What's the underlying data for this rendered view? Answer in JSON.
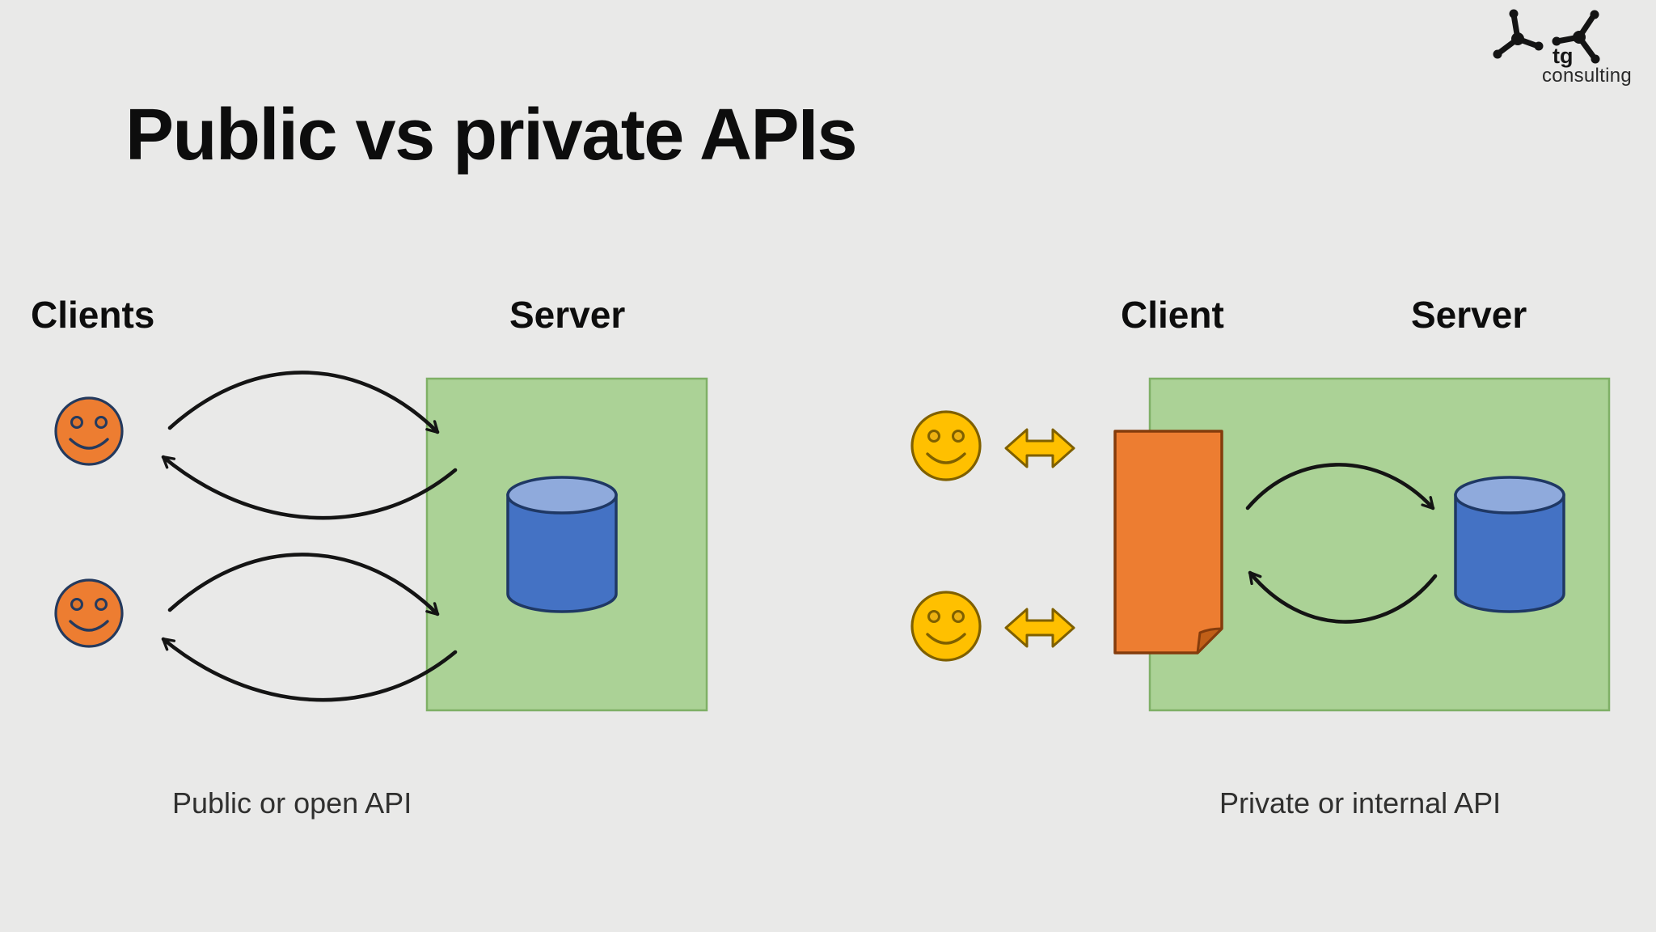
{
  "page": {
    "title": "Public vs private APIs",
    "background_color": "#e9e9e8"
  },
  "logo": {
    "name": "tg",
    "subtitle": "consulting"
  },
  "public_api_diagram": {
    "clients_label": "Clients",
    "server_label": "Server",
    "caption": "Public or open API",
    "client_count": 2,
    "flow": "clients call server database directly with request/response arrows"
  },
  "private_api_diagram": {
    "client_label": "Client",
    "server_label": "Server",
    "caption": "Private or internal API",
    "client_count": 2,
    "flow": "clients exchange with internal client app which calls server database inside boundary"
  },
  "colors": {
    "server_box_fill": "#abd296",
    "server_box_border": "#7fb066",
    "database_body": "#4472c4",
    "database_top": "#8faadc",
    "database_outline": "#1f3864",
    "client_face_public": "#ed7d31",
    "client_face_public_outline": "#243a5e",
    "client_face_private": "#ffc000",
    "client_face_private_outline": "#7f6000",
    "exchange_arrow_fill": "#ffc000",
    "exchange_arrow_outline": "#7f6000",
    "api_shape_fill": "#ed7d31",
    "api_shape_fold": "#c05f17",
    "api_shape_outline": "#843c0c",
    "flow_arrow": "#141414",
    "text": "#0d0d0d"
  }
}
